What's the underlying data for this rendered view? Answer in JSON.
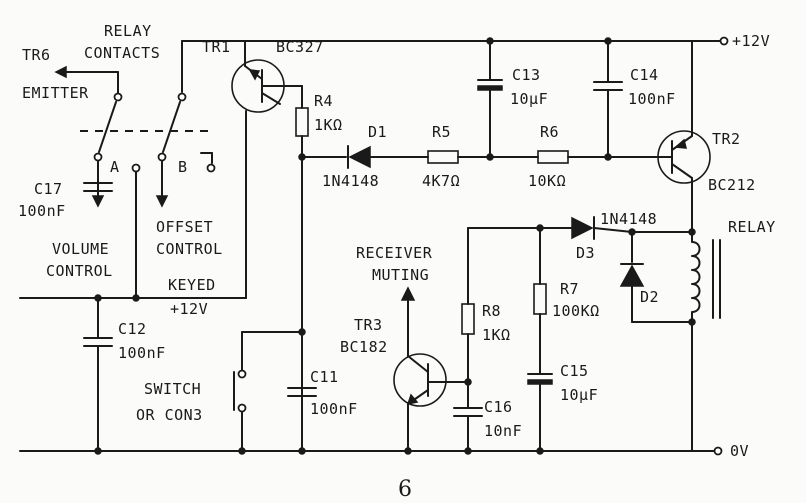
{
  "supply": {
    "plus12": "+12V",
    "ground": "0V",
    "keyed": "KEYED",
    "keyed_supply": "+12V"
  },
  "relay_contacts": {
    "title_line1": "RELAY",
    "title_line2": "CONTACTS",
    "tr6": "TR6",
    "emitter": "EMITTER",
    "contact_a": "A",
    "contact_b": "B"
  },
  "volume": {
    "line1": "VOLUME",
    "line2": "CONTROL"
  },
  "offset": {
    "line1": "OFFSET",
    "line2": "CONTROL"
  },
  "muting": {
    "line1": "RECEIVER",
    "line2": "MUTING"
  },
  "switch": {
    "line1": "SWITCH",
    "line2": "OR CON3"
  },
  "relay": "RELAY",
  "components": {
    "tr1": {
      "ref": "TR1",
      "part": "BC327"
    },
    "tr2": {
      "ref": "TR2",
      "part": "BC212"
    },
    "tr3": {
      "ref": "TR3",
      "part": "BC182"
    },
    "r4": {
      "ref": "R4",
      "value": "1KΩ"
    },
    "r5": {
      "ref": "R5",
      "value": "4K7Ω"
    },
    "r6": {
      "ref": "R6",
      "value": "10KΩ"
    },
    "r7": {
      "ref": "R7",
      "value": "100KΩ"
    },
    "r8": {
      "ref": "R8",
      "value": "1KΩ"
    },
    "c11": {
      "ref": "C11",
      "value": "100nF"
    },
    "c12": {
      "ref": "C12",
      "value": "100nF"
    },
    "c13": {
      "ref": "C13",
      "value": "10µF"
    },
    "c14": {
      "ref": "C14",
      "value": "100nF"
    },
    "c15": {
      "ref": "C15",
      "value": "10µF"
    },
    "c16": {
      "ref": "C16",
      "value": "10nF"
    },
    "c17": {
      "ref": "C17",
      "value": "100nF"
    },
    "d1": {
      "ref": "D1",
      "part": "1N4148"
    },
    "d2": {
      "ref": "D2"
    },
    "d3": {
      "ref": "D3",
      "part": "1N4148"
    }
  },
  "page_number": "6"
}
